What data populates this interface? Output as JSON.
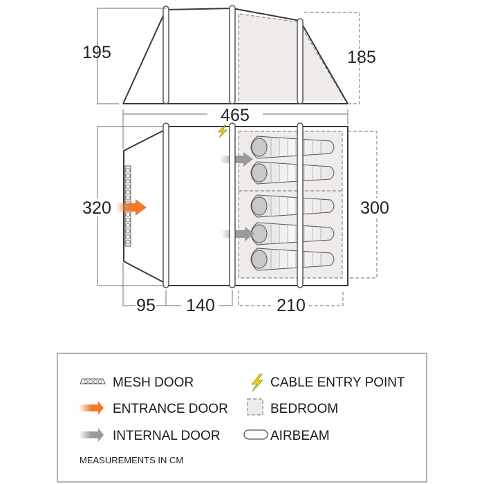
{
  "dimensions": {
    "side_height_left": "195",
    "side_height_right": "185",
    "total_length": "465",
    "width_front": "320",
    "width_bedroom": "300",
    "porch_length": "95",
    "living_length": "140",
    "bedroom_length": "210"
  },
  "legend": {
    "mesh_door": "MESH DOOR",
    "cable_entry": "CABLE ENTRY POINT",
    "entrance_door": "ENTRANCE DOOR",
    "bedroom": "BEDROOM",
    "internal_door": "INTERNAL DOOR",
    "airbeam": "AIRBEAM",
    "note": "MEASUREMENTS IN CM"
  },
  "colors": {
    "entrance_arrow": "#f07a30",
    "internal_arrow": "#9a9a9a",
    "bedroom_fill": "#efebe9",
    "cable_bolt": "#e6d21a"
  }
}
